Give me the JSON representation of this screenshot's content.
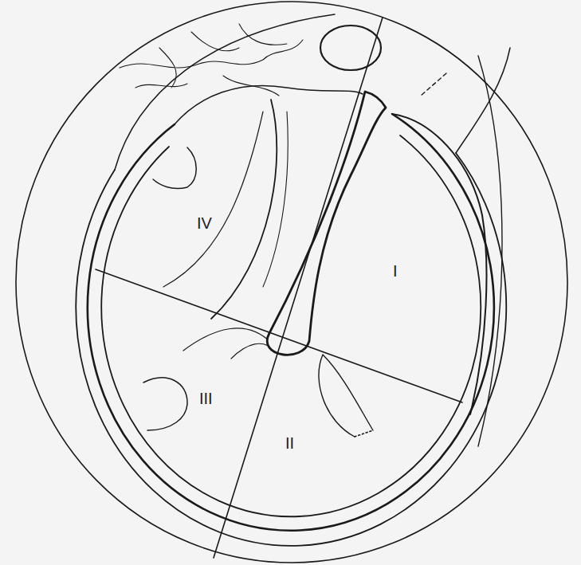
{
  "diagram": {
    "labels": [
      "IV",
      "I",
      "III",
      "II"
    ]
  }
}
